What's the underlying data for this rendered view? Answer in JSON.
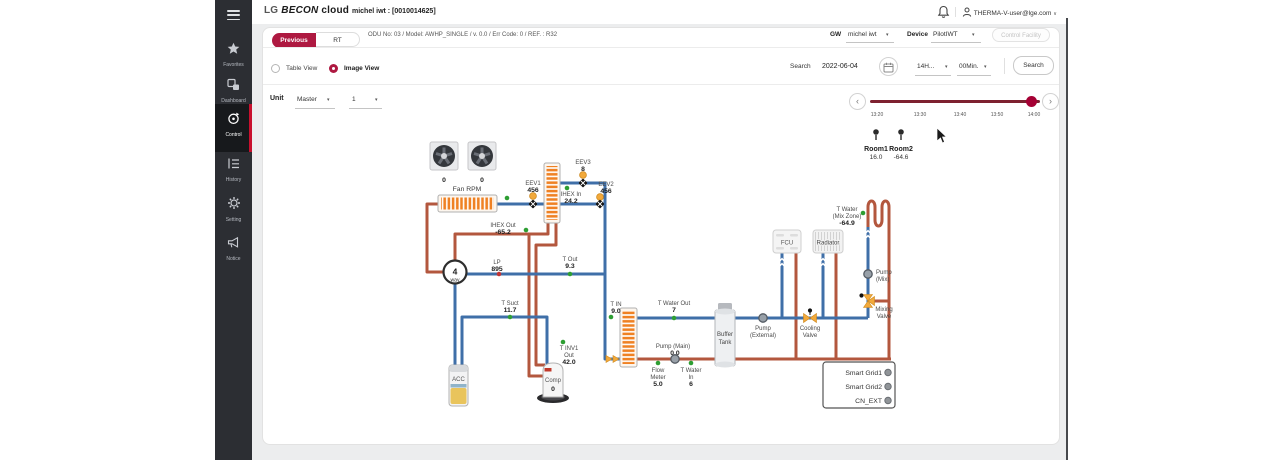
{
  "topbar": {
    "logo_lg": "LG",
    "logo_becon": "BECON",
    "logo_cloud": "cloud",
    "session": "michel iwt : [0010014625]",
    "user_email": "THERMA-V-user@lge.com",
    "user_caret": "v"
  },
  "sidebar_items": [
    {
      "label": "Favorites"
    },
    {
      "label": "Dashboard"
    },
    {
      "label": "Control"
    },
    {
      "label": "History"
    },
    {
      "label": "Setting"
    },
    {
      "label": "Notice"
    }
  ],
  "toolbar": {
    "tab_previous": "Previous",
    "tab_rt": "RT",
    "odu_info": "ODU No: 03 / Model: AWHP_SINGLE / v. 0.0 / Err Code: 0 / REF. : R32",
    "gw_label": "GW",
    "gw_value": "michel iwt",
    "device_label": "Device",
    "device_value": "PilotIWT",
    "control_facility_label": "Control Facility"
  },
  "view_row": {
    "table_view": "Table View",
    "image_view": "Image View",
    "search_label": "Search",
    "date_value": "2022-06-04",
    "hour_value": "14H...",
    "minute_value": "00Min.",
    "search_button": "Search"
  },
  "unit_row": {
    "label": "Unit",
    "unit_value": "Master",
    "unit_index": "1",
    "ticks": [
      "13:20",
      "13:30",
      "13:40",
      "13:50",
      "14:00"
    ]
  },
  "rooms": {
    "room1_name": "Room1",
    "room1_value": "16.0",
    "room2_name": "Room2",
    "room2_value": "-64.6"
  },
  "diagram": {
    "fan_rpm_label": "Fan RPM",
    "fan1_value": "0",
    "fan2_value": "0",
    "eev1_label": "EEV1",
    "eev1_value": "456",
    "eev2_label": "EEV2",
    "eev2_value": "456",
    "eev3_label": "EEV3",
    "eev3_value": "8",
    "ihex_in_label": "IHEX In",
    "ihex_in_value": "24.2",
    "ihex_out_label": "IHEX Out",
    "ihex_out_value": "-65.2",
    "lp_label": "LP",
    "lp_value": "895",
    "t_out_label": "T Out",
    "t_out_value": "9.3",
    "t_suct_label": "T Suct",
    "t_suct_value": "11.7",
    "t_in_label": "T IN",
    "t_in_value": "9.0",
    "t_inv1_l1": "T INV1",
    "t_inv1_l2": "Out",
    "t_inv1_value": "42.0",
    "four_way_l1": "4",
    "four_way_l2": "way",
    "acc_label": "ACC",
    "comp_label": "Comp",
    "comp_value": "0",
    "t_water_out_label": "T Water Out",
    "t_water_out_value": "7",
    "pump_main_label": "Pump (Main)",
    "pump_main_value": "0.0",
    "flow_l1": "Flow",
    "flow_l2": "Meter",
    "flow_value": "5.0",
    "twin_l1": "T Water",
    "twin_l2": "In",
    "twin_value": "6",
    "buffer_l1": "Buffer",
    "buffer_l2": "Tank",
    "pump_ext_l1": "Pump",
    "pump_ext_l2": "(External)",
    "fcu_label": "FCU",
    "radiator_label": "Radiator",
    "cooling_l1": "Cooling",
    "cooling_l2": "Valve",
    "twmix_l1": "T Water",
    "twmix_l2": "(Mix Zone)",
    "twmix_value": "-64.9",
    "pump_mix_l1": "Pump",
    "pump_mix_l2": "(Mix)",
    "mixing_l1": "Mixing",
    "mixing_l2": "Valve",
    "sg1": "Smart Grid1",
    "sg2": "Smart Grid2",
    "cn_ext": "CN_EXT"
  },
  "colors": {
    "accent": "#ae1941",
    "sidebar_accent": "#c8102e",
    "pipe_hot": "#b3573e",
    "pipe_cold": "#3f6fa8",
    "coil_orange": "#ef8123",
    "sensor_green": "#2e9e33",
    "valve_yellow": "#f2a93b"
  }
}
